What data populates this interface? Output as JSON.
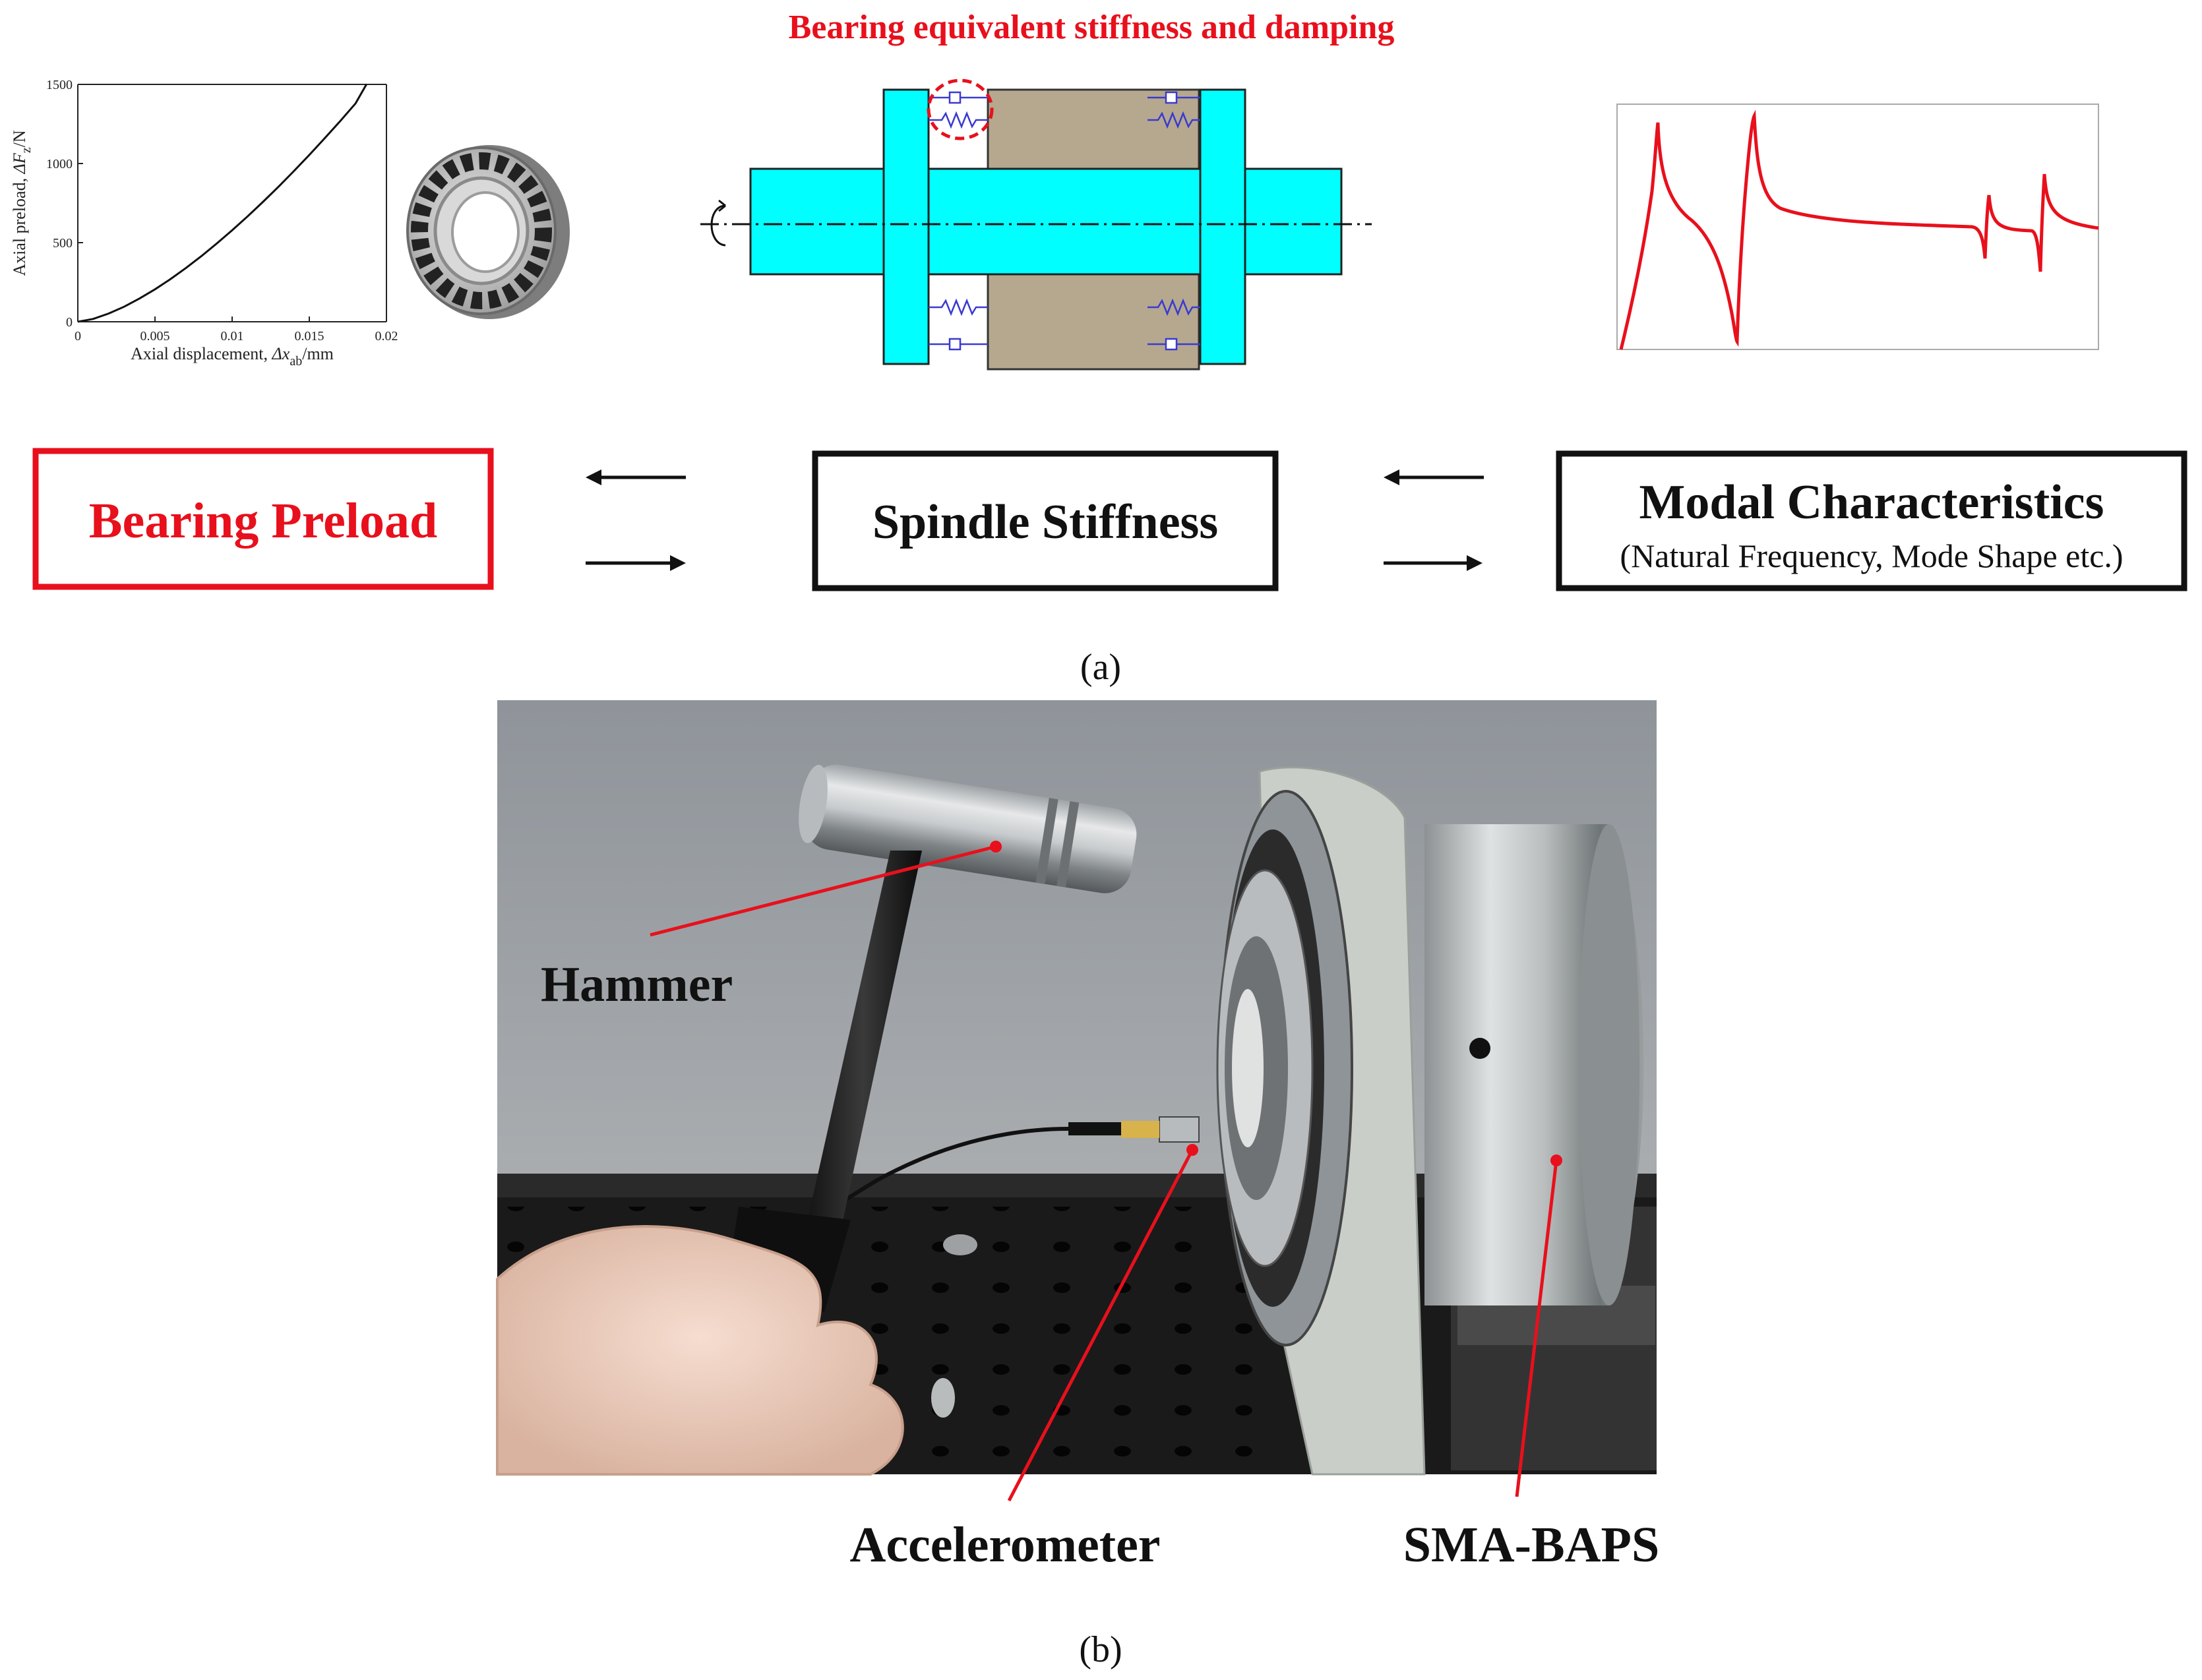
{
  "panel_a": {
    "top_title": "Bearing equivalent stiffness and damping",
    "chart_data": {
      "type": "line",
      "ylabel_prefix": "Axial preload, ",
      "ylabel_symbol": "ΔF",
      "ylabel_subscript": "z",
      "ylabel_suffix": "/N",
      "xlabel_prefix": "Axial displacement, ",
      "xlabel_symbol": "Δx",
      "xlabel_subscript": "ab",
      "xlabel_suffix": "/mm",
      "xlim": [
        0,
        0.02
      ],
      "ylim": [
        0,
        1500
      ],
      "x_ticks": [
        "0",
        "0.005",
        "0.01",
        "0.015",
        "0.02"
      ],
      "y_ticks": [
        "0",
        "500",
        "1000",
        "1500"
      ],
      "x": [
        0,
        0.001,
        0.002,
        0.003,
        0.004,
        0.005,
        0.006,
        0.007,
        0.008,
        0.009,
        0.01,
        0.011,
        0.012,
        0.013,
        0.014,
        0.015,
        0.016,
        0.017,
        0.018,
        0.0187
      ],
      "y": [
        0,
        18,
        52,
        95,
        147,
        205,
        269,
        339,
        414,
        494,
        578,
        666,
        758,
        853,
        952,
        1054,
        1160,
        1268,
        1380,
        1500
      ],
      "grid": false,
      "line_color": "#111111"
    },
    "boxes": {
      "bearing_preload": "Bearing Preload",
      "spindle_stiffness": "Spindle Stiffness",
      "modal_title": "Modal Characteristics",
      "modal_subtitle": "(Natural Frequency, Mode Shape etc.)"
    },
    "caption": "(a)"
  },
  "panel_b": {
    "labels": {
      "hammer": "Hammer",
      "accelerometer": "Accelerometer",
      "sma_baps": "SMA-BAPS"
    },
    "caption": "(b)"
  },
  "colors": {
    "red": "#e8101c",
    "cyan": "#00ffff",
    "housing": "#b5a88f",
    "spring": "#3a3ad0"
  }
}
